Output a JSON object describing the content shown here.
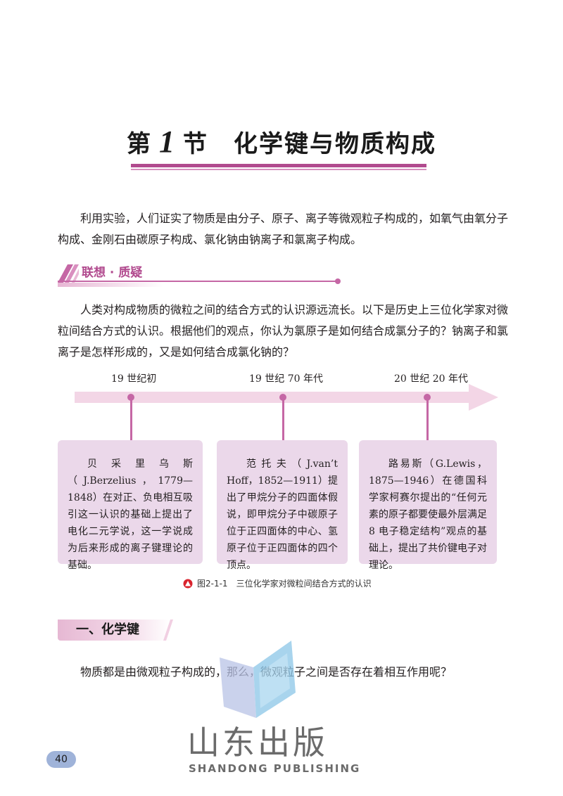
{
  "title": {
    "prefix": "第",
    "number": "1",
    "suffix": "节",
    "name": "化学键与物质构成"
  },
  "intro": "利用实验，人们证实了物质是由分子、原子、离子等微观粒子构成的，如氧气由氧分子构成、金刚石由碳原子构成、氯化钠由钠离子和氯离子构成。",
  "section_think": {
    "title": "联想 · 质疑",
    "text": "人类对构成物质的微粒之间的结合方式的认识源远流长。以下是历史上三位化学家对微粒间结合方式的认识。根据他们的观点，你认为氯原子是如何结合成氯分子的？钠离子和氯离子是怎样形成的，又是如何结合成氯化钠的？"
  },
  "timeline": {
    "eras": [
      "19 世纪初",
      "19 世纪 70 年代",
      "20 世纪 20 年代"
    ],
    "cards": [
      "贝采里乌斯（J.Berzelius，1779—1848）在对正、负电相互吸引这一认识的基础上提出了电化二元学说，这一学说成为后来形成的离子键理论的基础。",
      "范托夫（J.van’t Hoff，1852—1911）提出了甲烷分子的四面体假说，即甲烷分子中碳原子位于正四面体的中心、氢原子位于正四面体的四个顶点。",
      "路易斯（G.Lewis，1875—1946）在德国科学家柯赛尔提出的“任何元素的原子都要使最外层满足 8 电子稳定结构”观点的基础上，提出了共价键电子对理论。"
    ]
  },
  "caption": "图2-1-1　三位化学家对微粒间结合方式的认识",
  "section_bond": {
    "title": "一、化学键",
    "text": "物质都是由微观粒子构成的，那么，微观粒子之间是否存在着相互作用呢？"
  },
  "watermark": {
    "cn": "山东出版",
    "en": "SHANDONG PUBLISHING"
  },
  "page_number": "40",
  "colors": {
    "accent": "#c567a5",
    "card_bg": "#ebd8ea",
    "arrow": "#f3d6e6",
    "page_badge": "#9fb3d9"
  }
}
